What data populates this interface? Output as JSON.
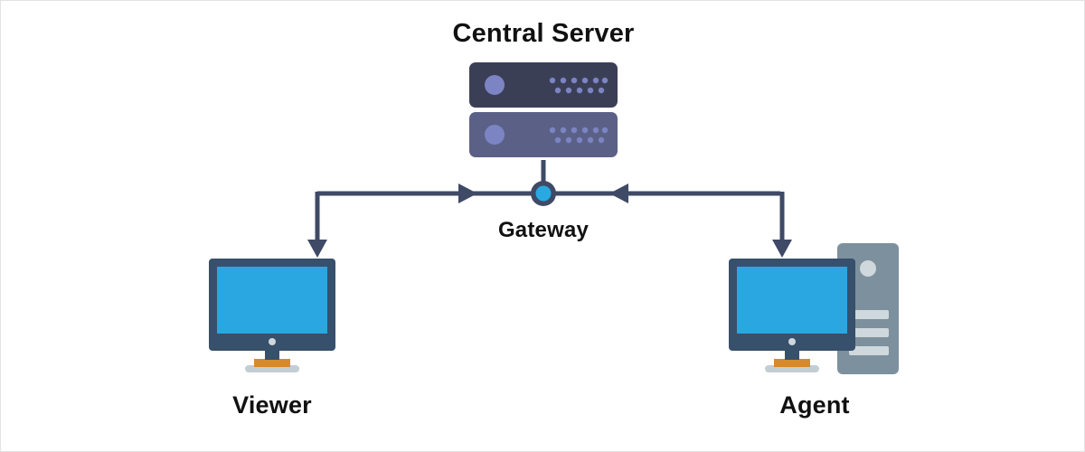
{
  "diagram": {
    "title": "Central Server",
    "gateway_label": "Gateway",
    "viewer_label": "Viewer",
    "agent_label": "Agent"
  },
  "colors": {
    "connector": "#3e4a66",
    "gateway_fill": "#29a9e1",
    "gateway_ring": "#3e4a66",
    "server_top": "#3b3f56",
    "server_bottom": "#5b6186",
    "server_detail": "#7c84c4",
    "monitor_frame": "#37506b",
    "screen": "#2aa7e0",
    "camera_dot": "#cfd6dc",
    "stand_base": "#d8892f",
    "stand_foot": "#c3cdd4",
    "tower_body": "#7d909e",
    "tower_detail": "#cfd8dc",
    "label_text": "#111111"
  }
}
